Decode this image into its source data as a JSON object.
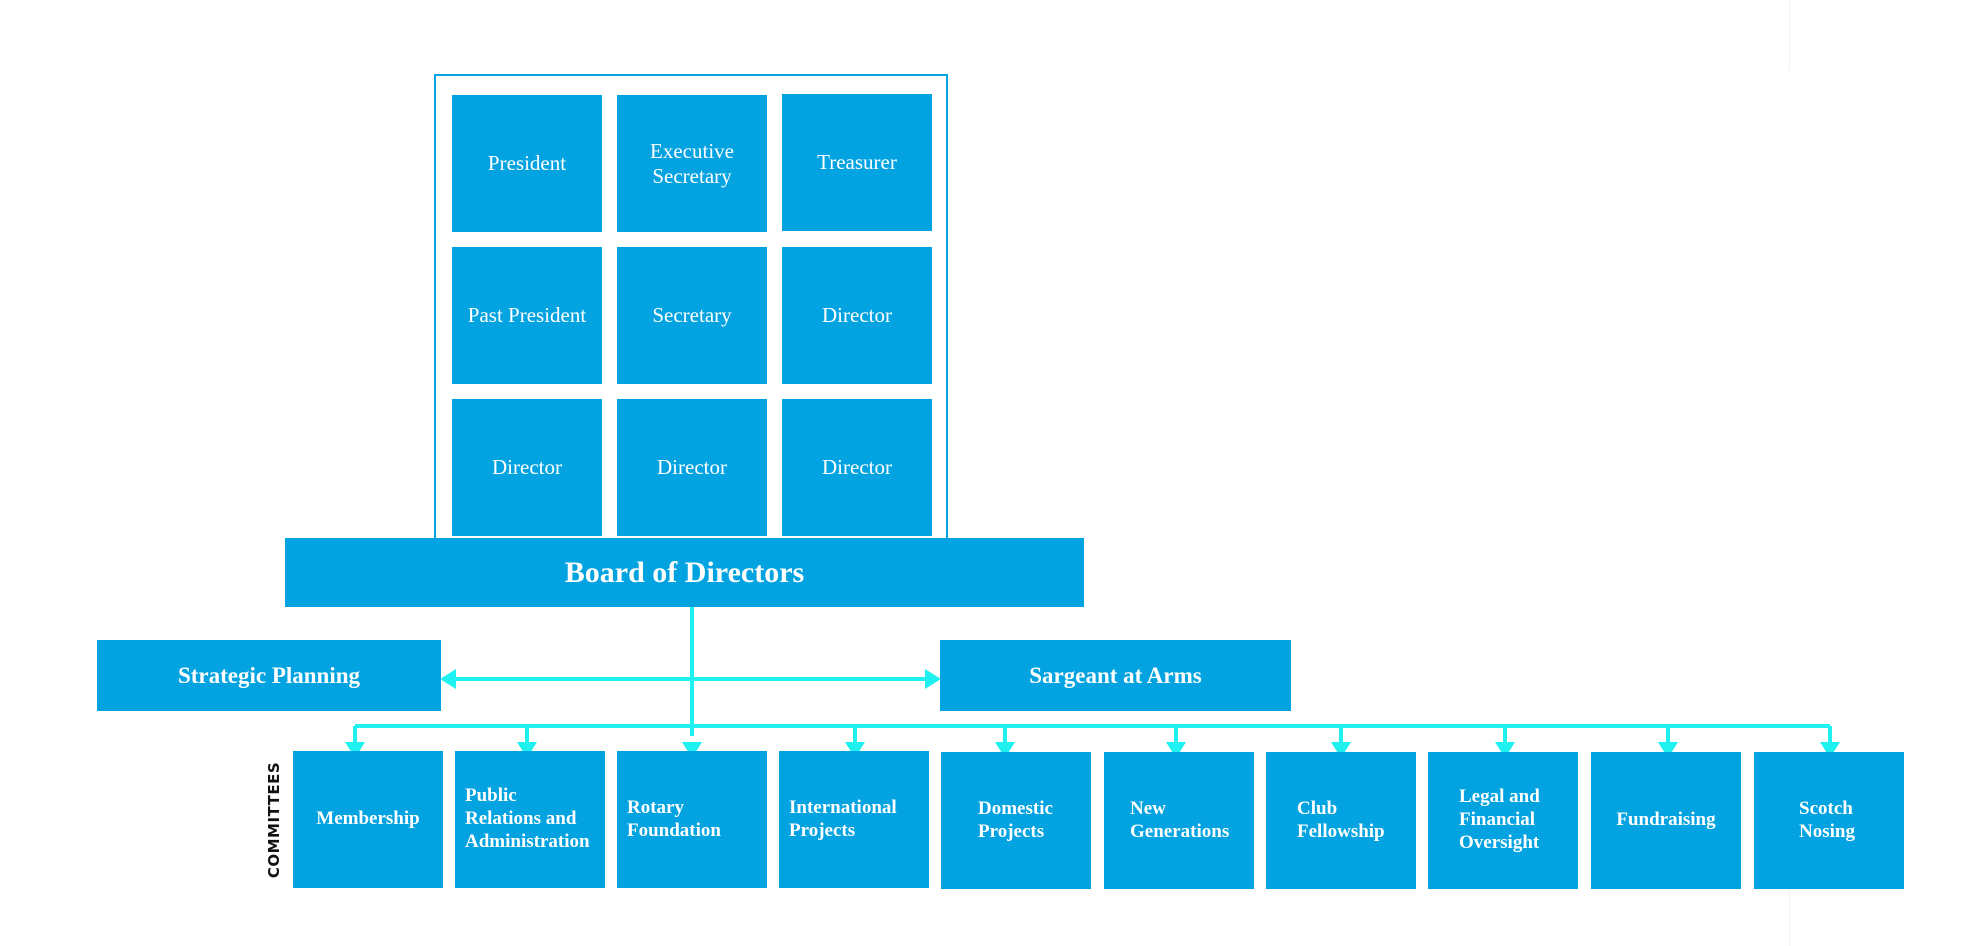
{
  "colors": {
    "box": "#02a3e0",
    "connector": "#1ff0f0",
    "text": "#ffffff"
  },
  "officers": [
    [
      "President",
      "Executive\nSecretary",
      "Treasurer"
    ],
    [
      "Past President",
      "Secretary",
      "Director"
    ],
    [
      "Director",
      "Director",
      "Director"
    ]
  ],
  "board": {
    "label": "Board of Directors"
  },
  "side_boxes": {
    "left": "Strategic Planning",
    "right": "Sargeant at Arms"
  },
  "committees": {
    "vertical_label": "COMMITTEES",
    "items": [
      "Membership",
      "Public\nRelations and\nAdministration",
      "Rotary\nFoundation",
      "International\nProjects",
      "Domestic\nProjects",
      "New\nGenerations",
      "Club\nFellowship",
      "Legal and\nFinancial\nOversight",
      "Fundraising",
      "Scotch\nNosing"
    ]
  }
}
